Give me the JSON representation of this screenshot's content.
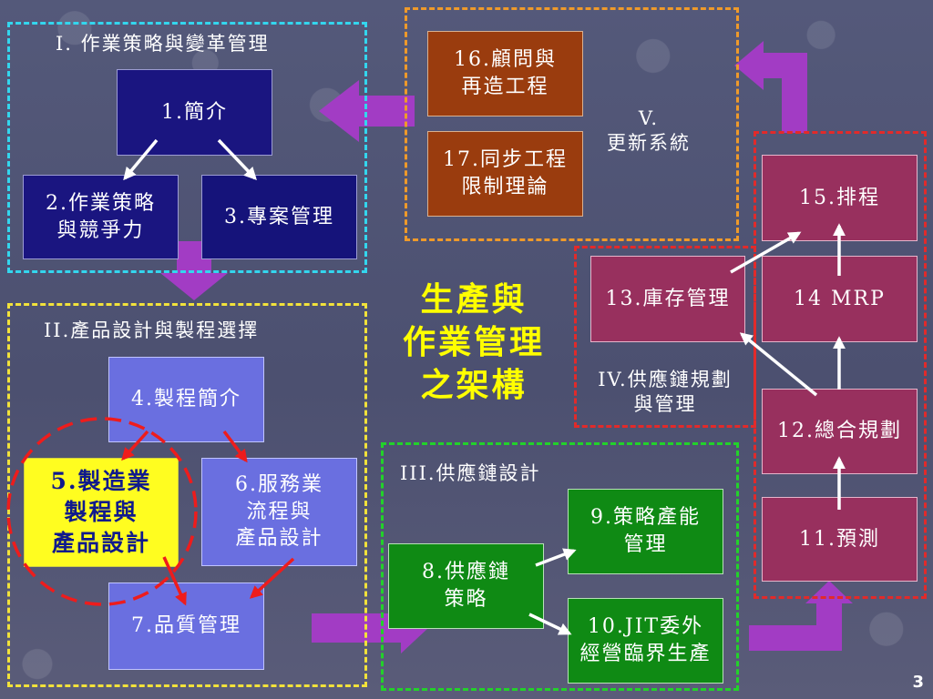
{
  "title": [
    "生產與",
    "作業管理",
    "之架構"
  ],
  "page_number": "3",
  "groups": {
    "g1": "I.  作業策略與變革管理",
    "g2": "II.產品設計與製程選擇",
    "g3": "III.供應鏈設計",
    "g4": [
      "IV.供應鏈規劃",
      "與管理"
    ],
    "g5": [
      "V.",
      "更新系統"
    ]
  },
  "boxes": {
    "b1": [
      "1.簡介"
    ],
    "b2": [
      "2.作業策略",
      "與競爭力"
    ],
    "b3": [
      "3.專案管理"
    ],
    "b4": [
      "4.製程簡介"
    ],
    "b5": [
      "5.製造業",
      "製程與",
      "產品設計"
    ],
    "b6": [
      "6.服務業",
      "流程與",
      "產品設計"
    ],
    "b7": [
      "7.品質管理"
    ],
    "b8": [
      "8.供應鏈",
      "策略"
    ],
    "b9": [
      "9.策略產能",
      "管理"
    ],
    "b10": [
      "10.JIT委外",
      "經營臨界生產"
    ],
    "b11": [
      "11.預測"
    ],
    "b12": [
      "12.總合規劃"
    ],
    "b13": [
      "13.庫存管理"
    ],
    "b14": [
      "14 MRP"
    ],
    "b15": [
      "15.排程"
    ],
    "b16": [
      "16.顧問與",
      "再造工程"
    ],
    "b17": [
      "17.同步工程",
      "限制理論"
    ]
  },
  "colors": {
    "group1": "#33d6ee",
    "group2": "#f2e23a",
    "group3": "#22d22a",
    "group4": "#e22a2a",
    "group5": "#ef9a2a",
    "big_arrow": "#a23cc4",
    "title": "#ffff00",
    "red_arrow": "#ee1c1c"
  }
}
